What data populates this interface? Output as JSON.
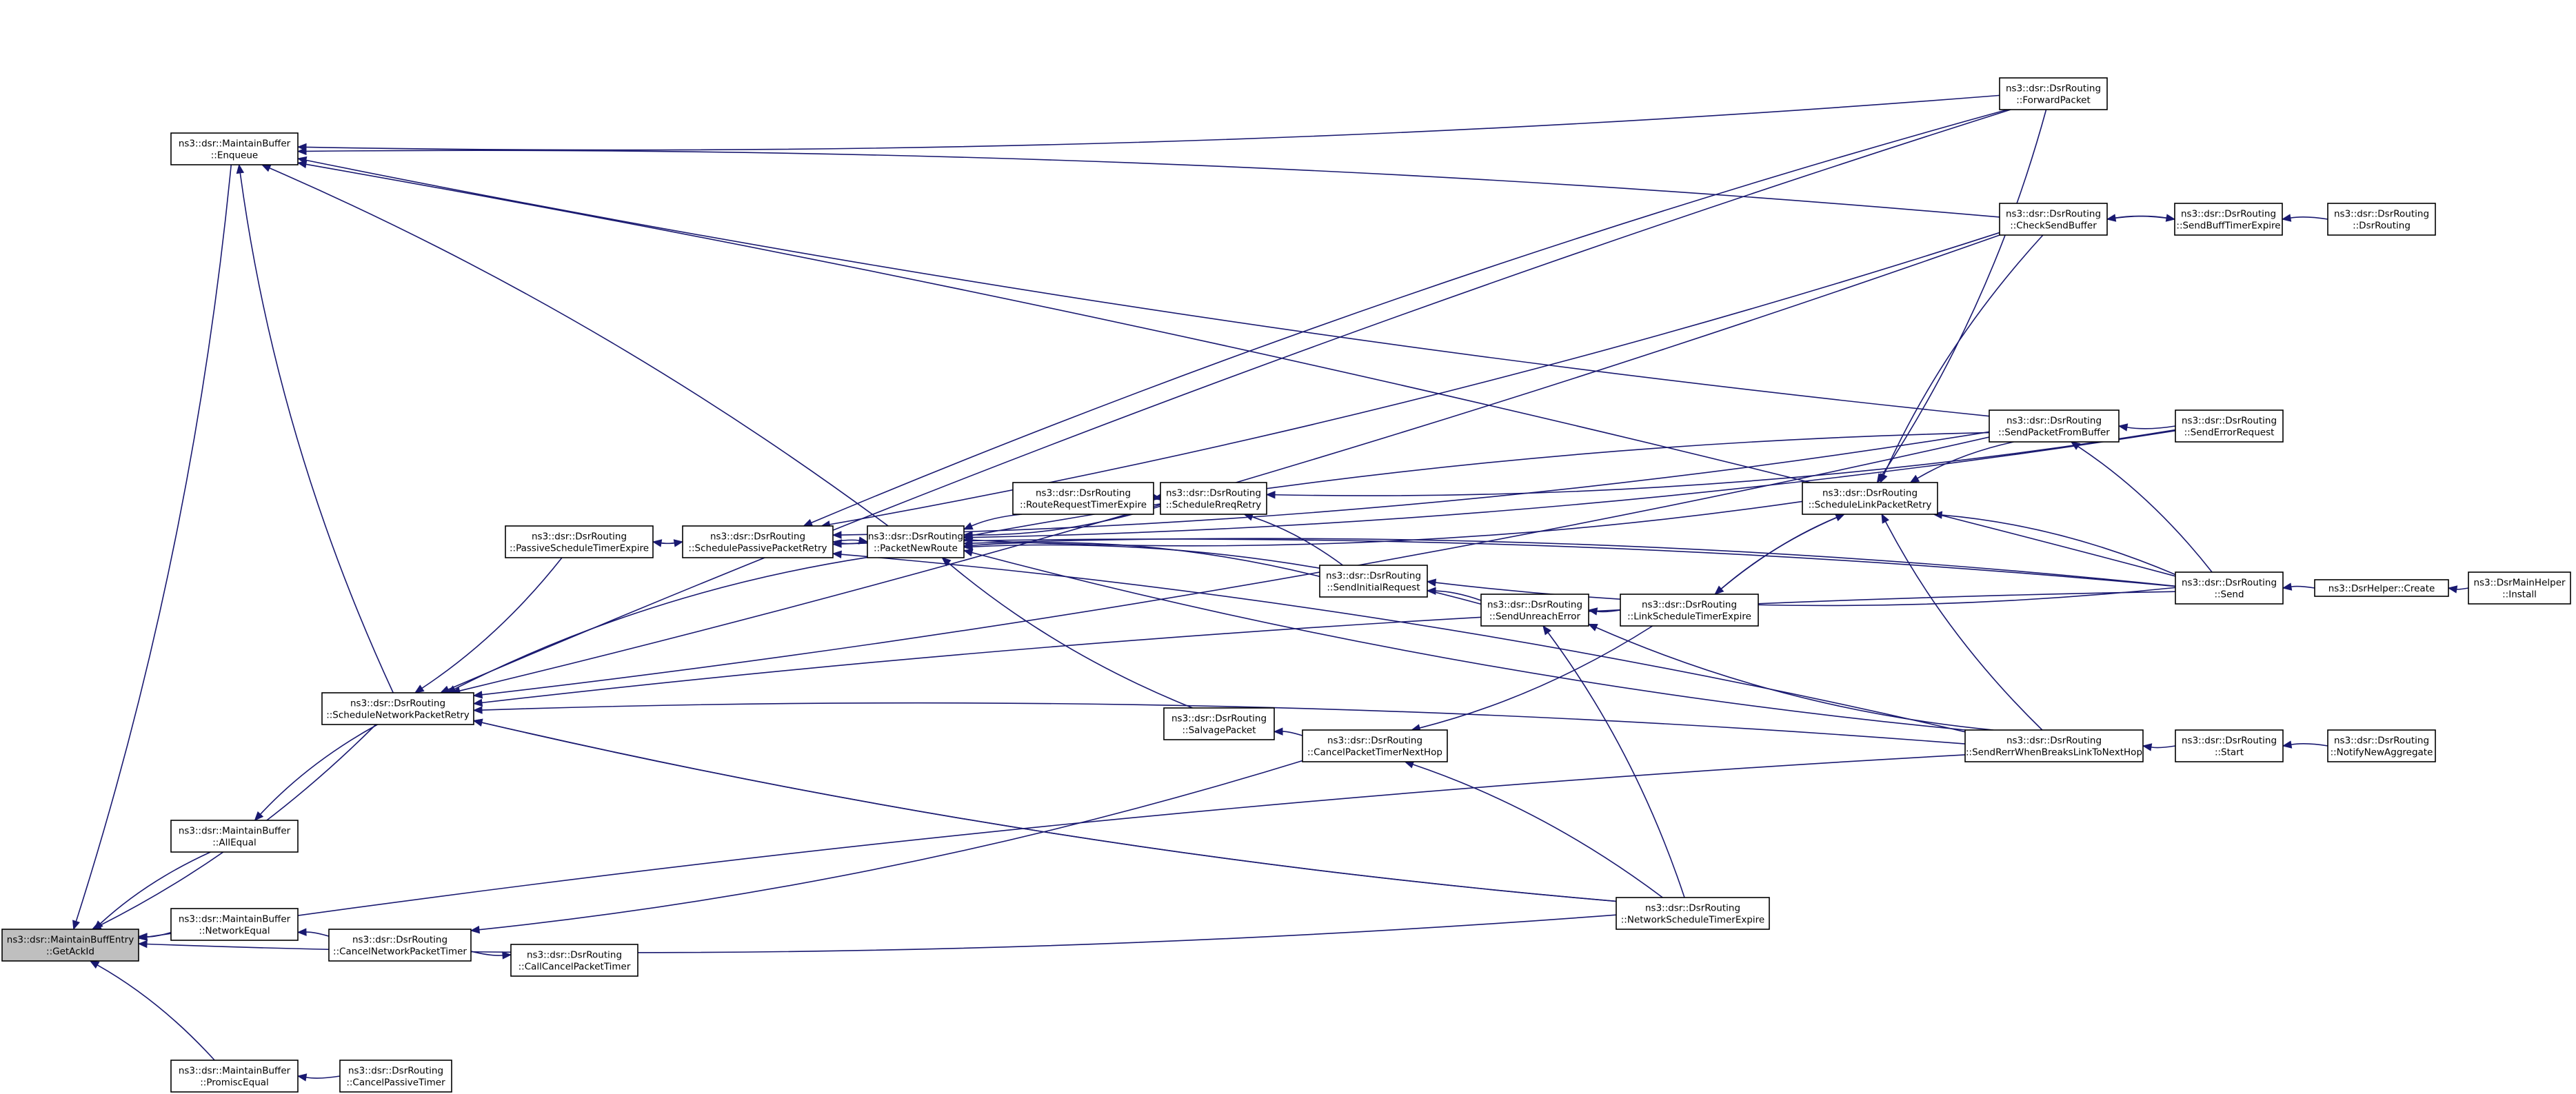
{
  "diagram": {
    "nodes": [
      {
        "id": "getackid",
        "lines": [
          "ns3::dsr::MaintainBuffEntry",
          "::GetAckId"
        ],
        "root": true
      },
      {
        "id": "enqueue",
        "lines": [
          "ns3::dsr::MaintainBuffer",
          "::Enqueue"
        ]
      },
      {
        "id": "allequal",
        "lines": [
          "ns3::dsr::MaintainBuffer",
          "::AllEqual"
        ]
      },
      {
        "id": "networkequal",
        "lines": [
          "ns3::dsr::MaintainBuffer",
          "::NetworkEqual"
        ]
      },
      {
        "id": "promiscequal",
        "lines": [
          "ns3::dsr::MaintainBuffer",
          "::PromiscEqual"
        ]
      },
      {
        "id": "schednetpkt",
        "lines": [
          "ns3::dsr::DsrRouting",
          "::ScheduleNetworkPacketRetry"
        ]
      },
      {
        "id": "cancelnetpkt",
        "lines": [
          "ns3::dsr::DsrRouting",
          "::CancelNetworkPacketTimer"
        ]
      },
      {
        "id": "callcancelpkt",
        "lines": [
          "ns3::dsr::DsrRouting",
          "::CallCancelPacketTimer"
        ]
      },
      {
        "id": "cancelpassive",
        "lines": [
          "ns3::dsr::DsrRouting",
          "::CancelPassiveTimer"
        ]
      },
      {
        "id": "passivesched",
        "lines": [
          "ns3::dsr::DsrRouting",
          "::PassiveScheduleTimerExpire"
        ]
      },
      {
        "id": "schedpassive",
        "lines": [
          "ns3::dsr::DsrRouting",
          "::SchedulePassivePacketRetry"
        ]
      },
      {
        "id": "pktnewroute",
        "lines": [
          "ns3::dsr::DsrRouting",
          "::PacketNewRoute"
        ]
      },
      {
        "id": "rreqtimer",
        "lines": [
          "ns3::dsr::DsrRouting",
          "::RouteRequestTimerExpire"
        ]
      },
      {
        "id": "schedrreq",
        "lines": [
          "ns3::dsr::DsrRouting",
          "::ScheduleRreqRetry"
        ]
      },
      {
        "id": "sendinitial",
        "lines": [
          "ns3::dsr::DsrRouting",
          "::SendInitialRequest"
        ]
      },
      {
        "id": "salvage",
        "lines": [
          "ns3::dsr::DsrRouting",
          "::SalvagePacket"
        ]
      },
      {
        "id": "cancelnexthop",
        "lines": [
          "ns3::dsr::DsrRouting",
          "::CancelPacketTimerNextHop"
        ]
      },
      {
        "id": "sendunreach",
        "lines": [
          "ns3::dsr::DsrRouting",
          "::SendUnreachError"
        ]
      },
      {
        "id": "linksched",
        "lines": [
          "ns3::dsr::DsrRouting",
          "::LinkScheduleTimerExpire"
        ]
      },
      {
        "id": "netsched",
        "lines": [
          "ns3::dsr::DsrRouting",
          "::NetworkScheduleTimerExpire"
        ]
      },
      {
        "id": "schedlink",
        "lines": [
          "ns3::dsr::DsrRouting",
          "::ScheduleLinkPacketRetry"
        ]
      },
      {
        "id": "forward",
        "lines": [
          "ns3::dsr::DsrRouting",
          "::ForwardPacket"
        ]
      },
      {
        "id": "checksend",
        "lines": [
          "ns3::dsr::DsrRouting",
          "::CheckSendBuffer"
        ]
      },
      {
        "id": "sendfrombuf",
        "lines": [
          "ns3::dsr::DsrRouting",
          "::SendPacketFromBuffer"
        ]
      },
      {
        "id": "senderr",
        "lines": [
          "ns3::dsr::DsrRouting",
          "::SendErrorRequest"
        ]
      },
      {
        "id": "senderrbreaks",
        "lines": [
          "ns3::dsr::DsrRouting",
          "::SendRerrWhenBreaksLinkToNextHop"
        ]
      },
      {
        "id": "sendbufftimer",
        "lines": [
          "ns3::dsr::DsrRouting",
          "::SendBuffTimerExpire"
        ]
      },
      {
        "id": "dsrrouting",
        "lines": [
          "ns3::dsr::DsrRouting",
          "::DsrRouting"
        ]
      },
      {
        "id": "send",
        "lines": [
          "ns3::dsr::DsrRouting",
          "::Send"
        ]
      },
      {
        "id": "start",
        "lines": [
          "ns3::dsr::DsrRouting",
          "::Start"
        ]
      },
      {
        "id": "helpercreate",
        "lines": [
          "ns3::DsrHelper::Create"
        ]
      },
      {
        "id": "notifyagg",
        "lines": [
          "ns3::dsr::DsrRouting",
          "::NotifyNewAggregate"
        ]
      },
      {
        "id": "mainhelper",
        "lines": [
          "ns3::DsrMainHelper",
          "::Install"
        ]
      }
    ],
    "edges": [
      [
        "enqueue",
        "getackid"
      ],
      [
        "allequal",
        "getackid"
      ],
      [
        "networkequal",
        "getackid"
      ],
      [
        "promiscequal",
        "getackid"
      ],
      [
        "schednetpkt",
        "getackid"
      ],
      [
        "cancelnetpkt",
        "networkequal"
      ],
      [
        "cancelpassive",
        "promiscequal"
      ],
      [
        "schednetpkt",
        "allequal"
      ],
      [
        "schednetpkt",
        "enqueue"
      ],
      [
        "pktnewroute",
        "enqueue"
      ],
      [
        "forward",
        "enqueue"
      ],
      [
        "checksend",
        "enqueue"
      ],
      [
        "sendfrombuf",
        "enqueue"
      ],
      [
        "send",
        "enqueue"
      ],
      [
        "passivesched",
        "schednetpkt"
      ],
      [
        "pktnewroute",
        "schednetpkt"
      ],
      [
        "netsched",
        "schednetpkt"
      ],
      [
        "senderrbreaks",
        "schednetpkt"
      ],
      [
        "checksend",
        "schednetpkt"
      ],
      [
        "forward",
        "schednetpkt"
      ],
      [
        "sendfrombuf",
        "schednetpkt"
      ],
      [
        "send",
        "schednetpkt"
      ],
      [
        "schedpassive",
        "passivesched"
      ],
      [
        "passivesched",
        "schedpassive"
      ],
      [
        "pktnewroute",
        "schedpassive"
      ],
      [
        "send",
        "schedpassive"
      ],
      [
        "checksend",
        "schedpassive"
      ],
      [
        "forward",
        "schedpassive"
      ],
      [
        "sendfrombuf",
        "schedpassive"
      ],
      [
        "senderrbreaks",
        "schedpassive"
      ],
      [
        "schedpassive",
        "pktnewroute"
      ],
      [
        "rreqtimer",
        "pktnewroute"
      ],
      [
        "schedrreq",
        "pktnewroute"
      ],
      [
        "sendinitial",
        "pktnewroute"
      ],
      [
        "salvage",
        "pktnewroute"
      ],
      [
        "sendunreach",
        "pktnewroute"
      ],
      [
        "schedlink",
        "pktnewroute"
      ],
      [
        "sendfrombuf",
        "pktnewroute"
      ],
      [
        "senderr",
        "pktnewroute"
      ],
      [
        "send",
        "pktnewroute"
      ],
      [
        "senderrbreaks",
        "pktnewroute"
      ],
      [
        "schedrreq",
        "rreqtimer"
      ],
      [
        "rreqtimer",
        "schedrreq"
      ],
      [
        "sendinitial",
        "schedrreq"
      ],
      [
        "senderr",
        "schedrreq"
      ],
      [
        "sendunreach",
        "sendinitial"
      ],
      [
        "send",
        "sendinitial"
      ],
      [
        "cancelnexthop",
        "salvage"
      ],
      [
        "linksched",
        "cancelnexthop"
      ],
      [
        "netsched",
        "cancelnexthop"
      ],
      [
        "cancelnexthop",
        "cancelnetpkt"
      ],
      [
        "cancelnetpkt",
        "callcancelpkt"
      ],
      [
        "linksched",
        "sendunreach"
      ],
      [
        "netsched",
        "sendunreach"
      ],
      [
        "senderrbreaks",
        "sendunreach"
      ],
      [
        "schedlink",
        "linksched"
      ],
      [
        "linksched",
        "schedlink"
      ],
      [
        "sendfrombuf",
        "schedlink"
      ],
      [
        "senderrbreaks",
        "schedlink"
      ],
      [
        "send",
        "schedlink"
      ],
      [
        "forward",
        "schedlink"
      ],
      [
        "checksend",
        "schedlink"
      ],
      [
        "netsched",
        "getackid"
      ],
      [
        "senderrbreaks",
        "getackid"
      ],
      [
        "netsched",
        "schednetpkt"
      ],
      [
        "sendbufftimer",
        "checksend"
      ],
      [
        "checksend",
        "sendbufftimer"
      ],
      [
        "dsrrouting",
        "sendbufftimer"
      ],
      [
        "senderr",
        "sendfrombuf"
      ],
      [
        "send",
        "sendfrombuf"
      ],
      [
        "start",
        "senderrbreaks"
      ],
      [
        "helpercreate",
        "send"
      ],
      [
        "mainhelper",
        "helpercreate"
      ],
      [
        "notifyagg",
        "start"
      ]
    ]
  }
}
